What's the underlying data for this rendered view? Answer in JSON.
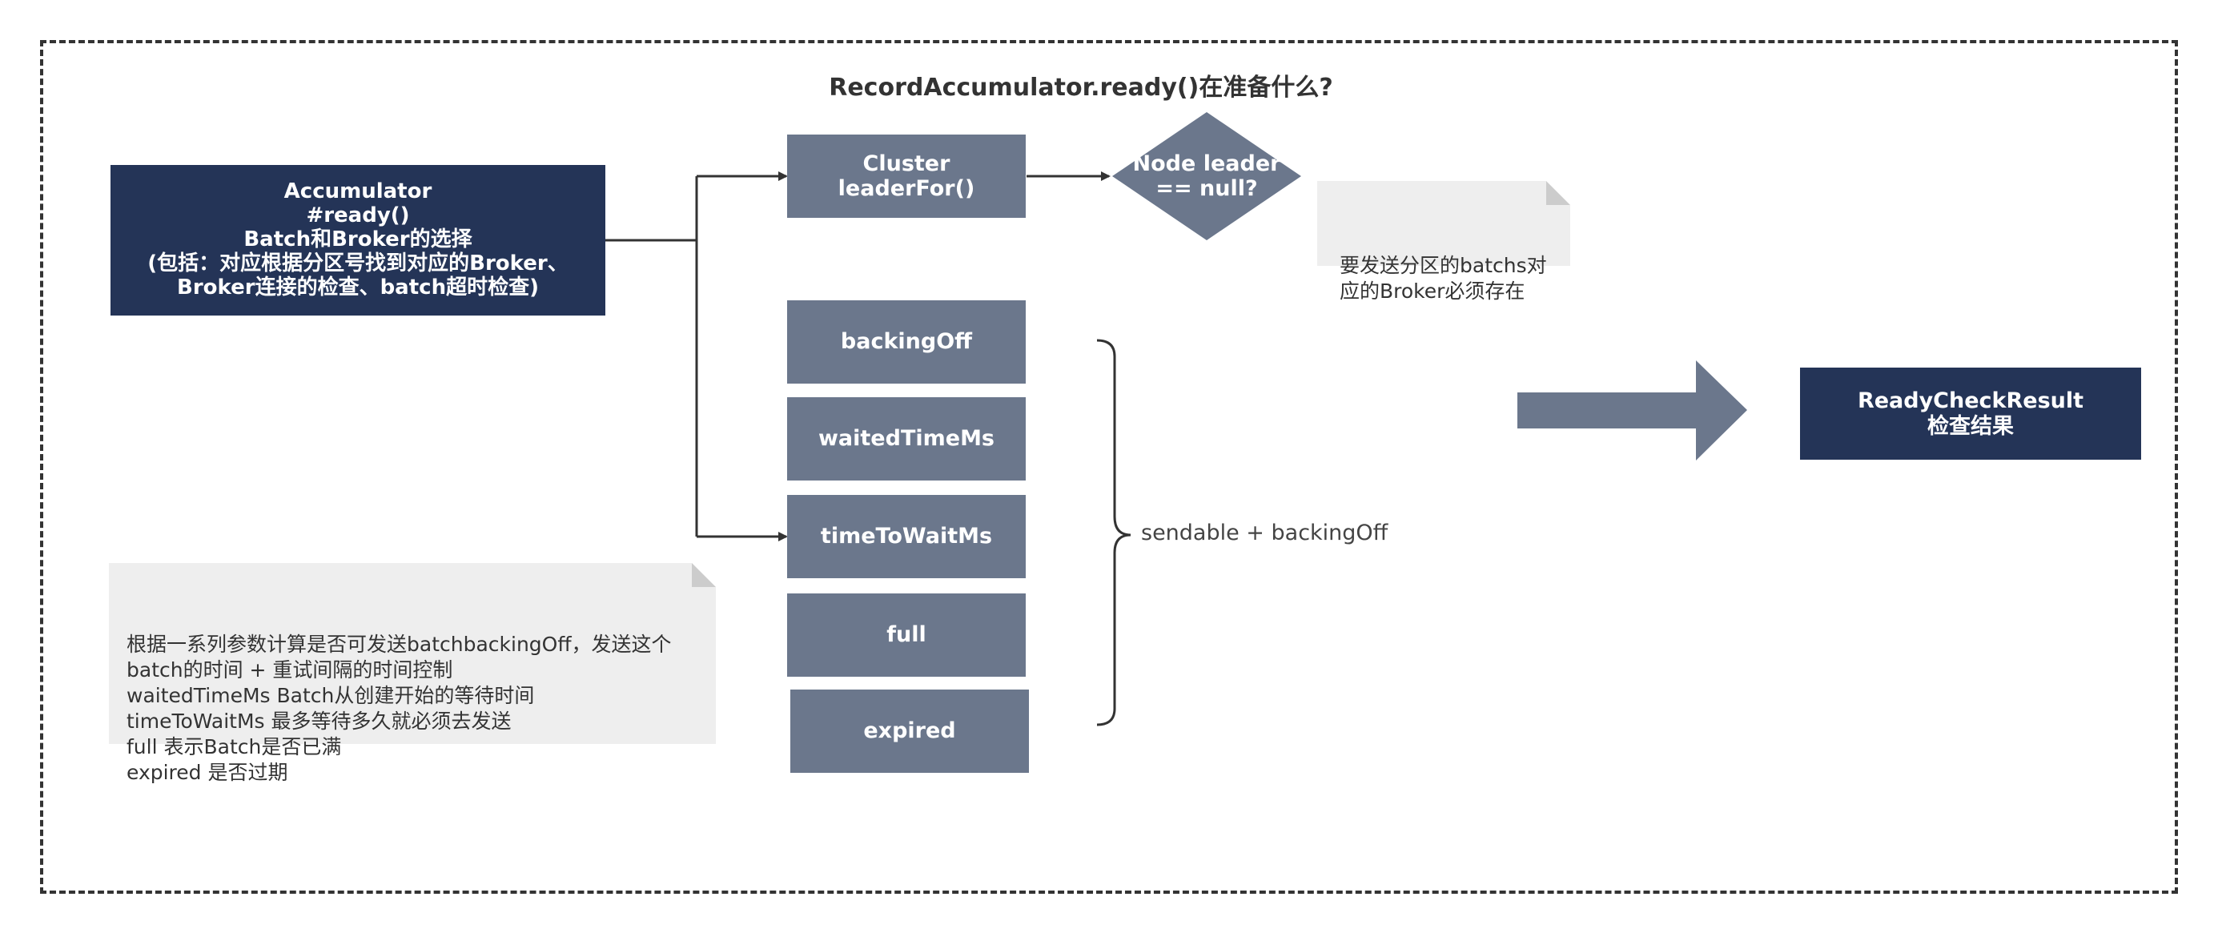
{
  "diagram": {
    "title": "RecordAccumulator.ready()在准备什么?",
    "accumulator": {
      "text": "Accumulator\n#ready()\nBatch和Broker的选择\n(包括：对应根据分区号找到对应的Broker、\nBroker连接的检查、batch超时检查)"
    },
    "cluster": {
      "text": "Cluster\nleaderFor()"
    },
    "decision": {
      "text": "Node leader\n== null?"
    },
    "note_top": {
      "text": "要发送分区的batchs对\n应的Broker必须存在"
    },
    "params": [
      {
        "label": "backingOff"
      },
      {
        "label": "waitedTimeMs"
      },
      {
        "label": "timeToWaitMs"
      },
      {
        "label": "full"
      },
      {
        "label": "expired"
      }
    ],
    "brace_label": "sendable + backingOff",
    "note_bottom": {
      "text": "根据一系列参数计算是否可发送batchbackingOff，发送这个\nbatch的时间 + 重试间隔的时间控制\nwaitedTimeMs Batch从创建开始的等待时间\ntimeToWaitMs 最多等待多久就必须去发送\nfull 表示Batch是否已满\nexpired 是否过期"
    },
    "result": {
      "text": "ReadyCheckResult\n检查结果"
    },
    "colors": {
      "dark_box": "#243457",
      "mid_box": "#6b778c",
      "note_bg": "#eeeeee",
      "line": "#333333"
    }
  }
}
